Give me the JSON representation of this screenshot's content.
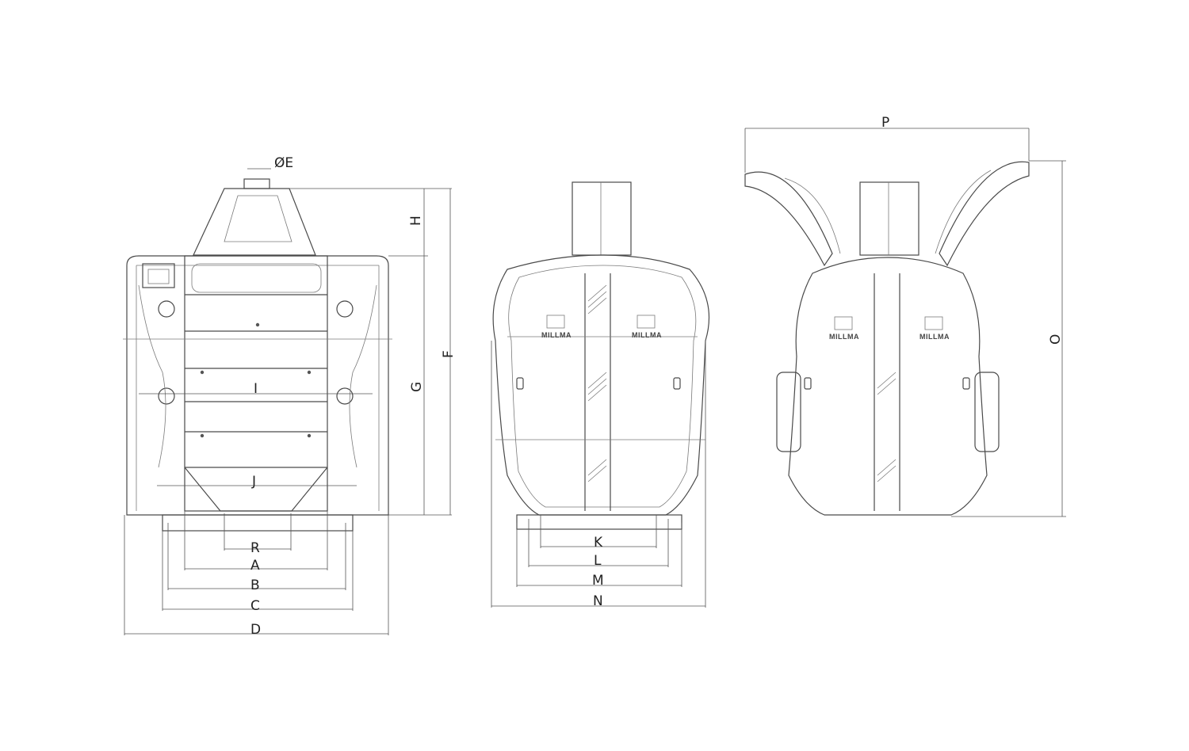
{
  "dimension_labels": {
    "diameter_e": "ØE",
    "h": "H",
    "f": "F",
    "g": "G",
    "i": "I",
    "j": "J",
    "r": "R",
    "a": "A",
    "b": "B",
    "c": "C",
    "d": "D",
    "k": "K",
    "l": "L",
    "m": "M",
    "n": "N",
    "p": "P",
    "o": "O"
  },
  "brand": {
    "logo_text": "MILLMA"
  },
  "colors": {
    "line": "#4a4a4a",
    "background": "#ffffff"
  }
}
